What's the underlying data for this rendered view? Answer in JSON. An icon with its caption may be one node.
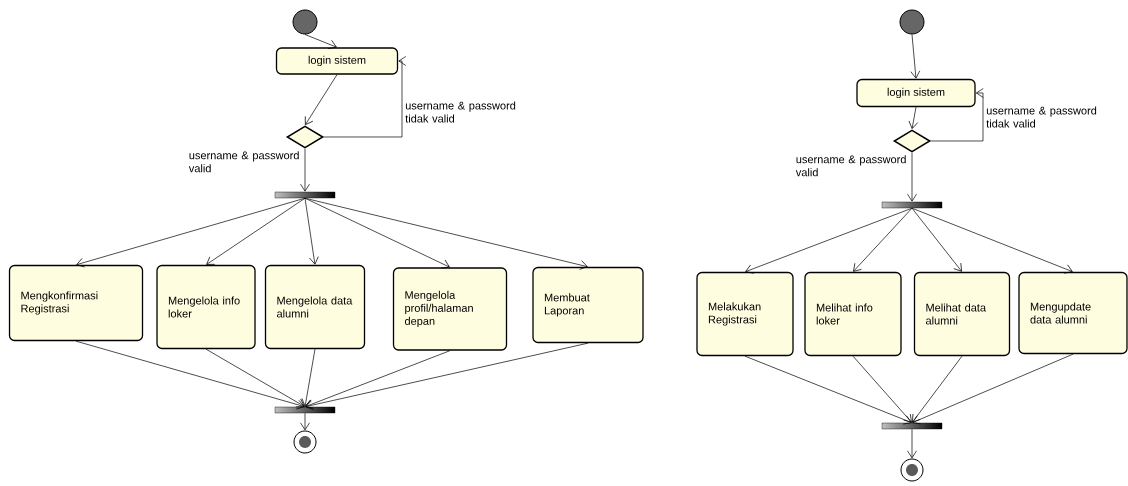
{
  "diagram": {
    "nodes": [
      {
        "text": [],
        "shape": "circle"
      },
      {
        "text": [
          "login sistem"
        ]
      },
      {
        "text": [],
        "shape": "diamond"
      },
      {
        "text": [],
        "shape": "bar"
      },
      {
        "text": [
          "Mengkonfirmasi Registrasi"
        ]
      },
      {
        "text": [
          "Mengelola info loker"
        ]
      },
      {
        "text": [
          "Mengelola data alumni"
        ]
      },
      {
        "text": [
          "Mengelola profil/halaman depan"
        ]
      },
      {
        "text": [
          "Membuat Laporan"
        ]
      },
      {
        "text": [],
        "shape": "bar"
      },
      {
        "text": [],
        "shape": "bullseye"
      },
      {
        "text": [],
        "shape": "circle"
      },
      {
        "text": [
          "login sistem"
        ]
      },
      {
        "text": [],
        "shape": "diamond"
      },
      {
        "text": [],
        "shape": "bar"
      },
      {
        "text": [
          "Melakukan Registrasi"
        ]
      },
      {
        "text": [
          "Melihat info loker"
        ]
      },
      {
        "text": [
          "Melihat data alumni"
        ]
      },
      {
        "text": [
          "Mengupdate data alumni"
        ]
      },
      {
        "text": [],
        "shape": "bar"
      },
      {
        "text": [],
        "shape": "bullseye"
      }
    ],
    "edges": [
      {
        "from": 0,
        "to": 1,
        "arrow": "to"
      },
      {
        "from": 1,
        "to": 2,
        "arrow": "to"
      },
      {
        "from": 2,
        "to": 1,
        "arrow": "to",
        "label": "username & password tidak valid"
      },
      {
        "from": 2,
        "to": 3,
        "arrow": "to",
        "label": "username & password valid"
      },
      {
        "from": 3,
        "to": 4,
        "arrow": "to"
      },
      {
        "from": 3,
        "to": 5,
        "arrow": "to"
      },
      {
        "from": 3,
        "to": 6,
        "arrow": "to"
      },
      {
        "from": 3,
        "to": 7,
        "arrow": "to"
      },
      {
        "from": 3,
        "to": 8,
        "arrow": "to"
      },
      {
        "from": 4,
        "to": 9,
        "arrow": "to"
      },
      {
        "from": 5,
        "to": 9,
        "arrow": "to"
      },
      {
        "from": 6,
        "to": 9,
        "arrow": "to"
      },
      {
        "from": 7,
        "to": 9,
        "arrow": "to"
      },
      {
        "from": 8,
        "to": 9,
        "arrow": "to"
      },
      {
        "from": 9,
        "to": 10,
        "arrow": "to"
      },
      {
        "from": 11,
        "to": 12,
        "arrow": "to"
      },
      {
        "from": 12,
        "to": 13,
        "arrow": "to"
      },
      {
        "from": 13,
        "to": 12,
        "arrow": "to",
        "label": "username & password tidak valid"
      },
      {
        "from": 13,
        "to": 14,
        "arrow": "to",
        "label": "username & password valid"
      },
      {
        "from": 14,
        "to": 15,
        "arrow": "to"
      },
      {
        "from": 14,
        "to": 16,
        "arrow": "to"
      },
      {
        "from": 14,
        "to": 17,
        "arrow": "to"
      },
      {
        "from": 14,
        "to": 18,
        "arrow": "to"
      },
      {
        "from": 15,
        "to": 19,
        "arrow": "to"
      },
      {
        "from": 16,
        "to": 19,
        "arrow": "to"
      },
      {
        "from": 17,
        "to": 19,
        "arrow": "to"
      },
      {
        "from": 18,
        "to": 19,
        "arrow": "to"
      },
      {
        "from": 19,
        "to": 20,
        "arrow": "to"
      }
    ]
  }
}
